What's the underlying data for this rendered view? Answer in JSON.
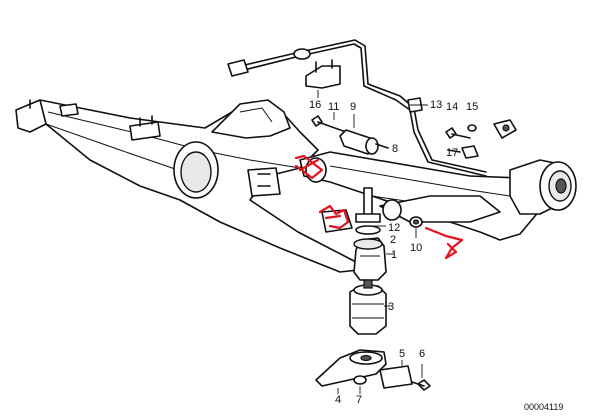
{
  "diagram": {
    "callouts": [
      {
        "id": "c1",
        "label": "1"
      },
      {
        "id": "c2",
        "label": "2"
      },
      {
        "id": "c3",
        "label": "3"
      },
      {
        "id": "c4",
        "label": "4"
      },
      {
        "id": "c5",
        "label": "5"
      },
      {
        "id": "c6",
        "label": "6"
      },
      {
        "id": "c7",
        "label": "7"
      },
      {
        "id": "c8",
        "label": "8"
      },
      {
        "id": "c9",
        "label": "9"
      },
      {
        "id": "c10",
        "label": "10"
      },
      {
        "id": "c11",
        "label": "11"
      },
      {
        "id": "c12",
        "label": "12"
      },
      {
        "id": "c13",
        "label": "13"
      },
      {
        "id": "c14",
        "label": "14"
      },
      {
        "id": "c15",
        "label": "15"
      },
      {
        "id": "c16",
        "label": "16"
      },
      {
        "id": "c17",
        "label": "17"
      }
    ],
    "reference_number": "00004119",
    "markup_color": "#e2141e"
  }
}
